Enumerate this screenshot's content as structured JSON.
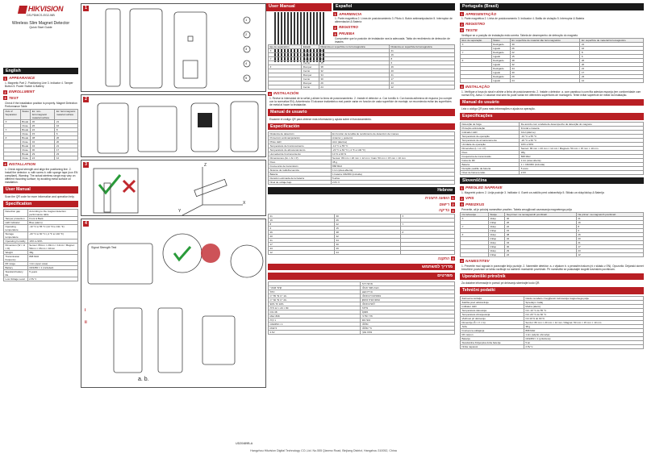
{
  "brand": "HIKVISION",
  "cover": {
    "model": "DS-PDMCS-EG2-WB",
    "title": "Wireless Slim Magnet Detector",
    "subtitle": "Quick Start Guide"
  },
  "user_manual_tab": "User Manual",
  "doc_code": "UD20489B-A",
  "footer": "Hangzhou Hikvision Digital Technology CO.,Ltd. No.555 Qianmo Road, Binjiang District, Hangzhou 310052, China",
  "diagram": {
    "z": "Z",
    "x": "X",
    "y": "Y",
    "signal_label": "Signal Strength Test",
    "labels_ab": "a.   b.",
    "panels": [
      "1",
      "2",
      "3",
      "4"
    ],
    "i": "i",
    "ii": "ii",
    "callouts": [
      "1",
      "2",
      "3",
      "4",
      "5"
    ]
  },
  "english": {
    "header": "English",
    "appearance_title": "APPEARANCE",
    "appearance_text": "1. Magnetic Part  2. Positioning Line  3. Indicator  4. Tamper Button  5. Power Switch & Battery",
    "enrollment_title": "ENROLLMENT",
    "test_title": "TEST",
    "test_text": "Check if the installation position is properly. Magnet Detection Performance Table",
    "table_head": [
      "Axis of Separation",
      "Status",
      "Ex: non-ferromagnetic material surface",
      "Ex: ferromagnetic material surface"
    ],
    "table_rows": [
      [
        "X",
        "Break",
        "30",
        "21"
      ],
      [
        "",
        "Close",
        "26",
        "16"
      ],
      [
        "Y",
        "Break",
        "22",
        "8"
      ],
      [
        "",
        "Close",
        "15",
        "6"
      ],
      [
        "Z",
        "Break",
        "38",
        "26"
      ],
      [
        "",
        "Close",
        "32",
        "20"
      ],
      [
        "",
        "Break",
        "34",
        "21"
      ],
      [
        "",
        "Close",
        "30",
        "17"
      ],
      [
        "",
        "Break",
        "29",
        "23"
      ],
      [
        "",
        "Close",
        "24",
        "12"
      ]
    ],
    "install_title": "INSTALLATION",
    "install_text": "1. Check signal strength and align the positioning line. 2. Install the detector: a. with screw  b. with sponge tape (non EN compliant). Warning: The actual wireless range may vary on different mounting surface; try avoiding metal surface on installation.",
    "usermanual_header": "User Manual",
    "usermanual_text": "Scan the QR code for more information and operation help.",
    "spec_header": "Specification",
    "spec_rows": [
      [
        "Detection gap",
        "According to the magnet detection performance table"
      ],
      [
        "Tamper protection",
        "Front & Back"
      ],
      [
        "LED Indicator",
        "Blue (alarm)"
      ],
      [
        "Operating temperature",
        "-10 °C to 55 °C (14 °F to 131 °F)"
      ],
      [
        "Storage temperature",
        "-20 °C to 60 °C (-4 °F to 140 °F)"
      ],
      [
        "Operating humidity",
        "10% to 90%"
      ],
      [
        "Dimension (W × H × D)",
        "Sensor: 80mm × 20mm × 12mm / Magnet: 50mm × 15mm × 10mm"
      ],
      [
        "Weight",
        "38g"
      ],
      [
        "Transmission frequency",
        "868 MHz"
      ],
      [
        "RF range",
        "1 km (open area)"
      ],
      [
        "Battery",
        "CR2450 × 1 (included)"
      ],
      [
        "Standard battery life",
        "5 years"
      ],
      [
        "Low Voltage Level",
        "2.6V V"
      ]
    ]
  },
  "espanol": {
    "header": "Español",
    "appearance_title": "APARIENCIA",
    "appearance_text": "1. Parte magnética  2. Línea de posicionamiento  3. Piloto  4. Botón antimanipulación  5. Interruptor de alimentación & Batería",
    "enrollment_title": "REGISTRO",
    "test_title": "PRUEBA",
    "test_text": "Compruebe que la posición de instalación sea la adecuada. Tabla de rendimiento de detección de imanes",
    "table_head": [
      "Eje de separación",
      "Estado",
      "Distancia en superficie no ferromagnética",
      "Distancia en superficie ferromagnética"
    ],
    "table_rows": [
      [
        "X",
        "Romper",
        "30",
        "21"
      ],
      [
        "",
        "Cerrar",
        "26",
        "16"
      ],
      [
        "Y",
        "Romper",
        "22",
        "8"
      ],
      [
        "",
        "Cerrar",
        "15",
        "6"
      ],
      [
        "Z",
        "Romper",
        "38",
        "26"
      ],
      [
        "",
        "Cerrar",
        "32",
        "20"
      ],
      [
        "",
        "Romper",
        "34",
        "21"
      ],
      [
        "",
        "Cerrar",
        "30",
        "17"
      ],
      [
        "",
        "Romper",
        "29",
        "23"
      ],
      [
        "",
        "Cerrar",
        "24",
        "12"
      ]
    ],
    "install_title": "INSTALACIÓN",
    "install_text": "1. Revise la intensidad de la señal y alinee la línea de posicionamiento. 2. Instale el detector: a. Con tornillo  b. Con banda adhesiva de espuma (no cumple con la normativa EN). Advertencia: El alcance inalámbrico real puede variar en función de cada superficie de montaje; se recomienda evitar las superficies de metal al hacer la instalación.",
    "usermanual_header": "Manual de usuario",
    "usermanual_text": "Escanee el código QR para obtener más información y ayuda sobre el funcionamiento.",
    "spec_header": "Especificación",
    "spec_rows": [
      [
        "Distancia de detección",
        "En función de la tabla de rendimiento de detección de imanes"
      ],
      [
        "Protección antimanipulación",
        "Anterior y posterior"
      ],
      [
        "Piloto LED",
        "Azul (alarma)"
      ],
      [
        "Temperatura de funcionamiento",
        "-10 °C a 55 °C"
      ],
      [
        "Temperatura de almacenamiento",
        "-20 °C a 60 °C (-4 °F a 140 °F)"
      ],
      [
        "Humedad de funcionamiento",
        "10 % a 90 %"
      ],
      [
        "Dimensiones (An × Al × P)",
        "Sensor: 80 mm × 20 mm × 12 mm / Imán: 50 mm × 15 mm × 10 mm"
      ],
      [
        "Peso",
        "38 g"
      ],
      [
        "Frecuencia de transmisión",
        "868 MHz"
      ],
      [
        "Alcance de radiofrecuencia",
        "1 km (área abierta)"
      ],
      [
        "Batería",
        "1 batería CR2450 (incluida)"
      ],
      [
        "Duración estimada de la batería",
        "5 años"
      ],
      [
        "Nivel de voltaje bajo",
        "2.6V V"
      ]
    ]
  },
  "hebrew": {
    "header": "Hebrew",
    "appearance_title": "הופעה חיצונית",
    "enrollment_title": "רישום",
    "test_title": "בדיקה",
    "install_title": "התקנה",
    "usermanual_header": "מדריך למשתמש",
    "spec_header": "מפרטים",
    "table_rows": [
      [
        "X",
        "30",
        "21"
      ],
      [
        "",
        "26",
        "16"
      ],
      [
        "Y",
        "22",
        "8"
      ],
      [
        "",
        "15",
        "6"
      ],
      [
        "Z",
        "38",
        "26"
      ],
      [
        "",
        "32",
        "20"
      ],
      [
        "",
        "34",
        "21"
      ],
      [
        "",
        "30",
        "17"
      ],
      [
        "",
        "29",
        "23"
      ],
      [
        "",
        "24",
        "12"
      ]
    ],
    "spec_rows": [
      [
        "מרווח זיהוי",
        ""
      ],
      [
        "הגנה מפני חבלה",
        "קדמי ואחורי"
      ],
      [
        "נורית LED",
        "כחול"
      ],
      [
        "טמפרטורת הפעלה",
        "-10 °C עד 55 °C"
      ],
      [
        "טמפרטורת אחסון",
        "-20 °C עד 60 °C"
      ],
      [
        "לחות הפעלה",
        "10% עד 90%"
      ],
      [
        "מידות",
        "80 × 20 × 12 מ\"מ"
      ],
      [
        "משקל",
        "38 גרם"
      ],
      [
        "תדר שידור",
        "868 MHz"
      ],
      [
        "טווח RF",
        "1 ק\"מ"
      ],
      [
        "סוללה",
        "CR2450 × 1"
      ],
      [
        "חיי סוללה",
        "5 שנים"
      ],
      [
        "מתח נמוך",
        "2.6V"
      ]
    ]
  },
  "portugues": {
    "header": "Português (Brasil)",
    "appearance_title": "APRESENTAÇÃO",
    "appearance_text": "1. Parte magnética  2. Linha de posicionamento  3. Indicador  4. Botão de violação  5. Interruptor & Bateria",
    "enrollment_title": "REGISTRO",
    "test_title": "TESTE",
    "test_text": "Verifique se a posição de instalação está correta. Tabela de desempenho de detecção do magneto",
    "table_head": [
      "Eixo de separação",
      "Status",
      "Ex: superfície de material não ferromagnético",
      "Ex: superfície de material ferromagnético"
    ],
    "table_rows": [
      [
        "X",
        "Desligado",
        "30",
        "21"
      ],
      [
        "",
        "Ligado",
        "26",
        "16"
      ],
      [
        "Y",
        "Desligado",
        "22",
        "8"
      ],
      [
        "",
        "Ligado",
        "15",
        "6"
      ],
      [
        "Z",
        "Desligado",
        "38",
        "26"
      ],
      [
        "",
        "Ligado",
        "32",
        "20"
      ],
      [
        "",
        "Desligado",
        "34",
        "21"
      ],
      [
        "",
        "Ligado",
        "30",
        "17"
      ],
      [
        "",
        "Desligado",
        "29",
        "23"
      ],
      [
        "",
        "Ligado",
        "24",
        "12"
      ]
    ],
    "install_title": "INSTALAÇÃO",
    "install_text": "1. Verifique a força do sinal e alinhe a linha de posicionamento. 2. Instale o detector: a. com parafuso  b.com fita adesiva esponja (em conformidade com norma EN). Aviso: O alcance real sem fio pode variar em diferentes superfícies de montagem. Tente evitar superfície de metal na instalação.",
    "usermanual_header": "Manual do usuário",
    "usermanual_text": "Leia o código QR para mais informações e ajuda na operação.",
    "spec_header": "Especificações",
    "spec_rows": [
      [
        "Detecção de folga",
        "De acordo com a tabela de desempenho de detecção do magneto"
      ],
      [
        "Proteção antiviolação",
        "Frontal e traseira"
      ],
      [
        "Indicador LED",
        "Azul (alarme)"
      ],
      [
        "Temperatura de operação",
        "-10 °C a 55 °C"
      ],
      [
        "Temperatura de armazenamento",
        "-20 °C a 60 °C"
      ],
      [
        "Umidade de operação",
        "10% a 90%"
      ],
      [
        "Dimensões (L × A × P)",
        "Sensor: 80 mm × 20 mm × 12 mm / Magneto: 50 mm × 15 mm × 10 mm"
      ],
      [
        "Peso",
        "38g"
      ],
      [
        "Frequência de transmissão",
        "868 MHz"
      ],
      [
        "Faixa de RF",
        "1 km (área aberta)"
      ],
      [
        "Bateria",
        "1 × CR2450 (incluída)"
      ],
      [
        "Duração padrão da bateria",
        "5 anos"
      ],
      [
        "Nível de baixa tensão",
        "2.6V"
      ]
    ]
  },
  "slovenian": {
    "header": "Slovenščina",
    "appearance_title": "PREGLED NAPRAVE",
    "appearance_text": "1. Magnetni pokrov  2. Linija pozicije  3. Indikator  4. Gumb za zaščito pred odstranitvijo  5. Stikalo za vklop/izklop & Baterija",
    "enrollment_title": "VPIS",
    "test_title": "PREIZKUS",
    "test_text": "Preverite, ali je položaj namestitve pravilen. Tabela zmogljivosti zaznavanja magnetnega polja",
    "table_head": [
      "Os ločevanja",
      "Stanje",
      "Na primer: na nemagnetnih površinah",
      "Na primer: na magnetnih površinah"
    ],
    "table_rows": [
      [
        "X",
        "Vklop",
        "30",
        "21"
      ],
      [
        "",
        "Izklop",
        "26",
        "16"
      ],
      [
        "Y",
        "Vklop",
        "22",
        "8"
      ],
      [
        "",
        "Izklop",
        "15",
        "6"
      ],
      [
        "Z",
        "Vklop",
        "38",
        "26"
      ],
      [
        "",
        "Izklop",
        "32",
        "20"
      ],
      [
        "",
        "Vklop",
        "34",
        "21"
      ],
      [
        "",
        "Izklop",
        "30",
        "17"
      ],
      [
        "",
        "Vklop",
        "29",
        "23"
      ],
      [
        "",
        "Izklop",
        "24",
        "12"
      ]
    ],
    "install_title": "NAMESTITEV",
    "install_text": "1. Preverite moč signala in poravnajte linijo pozicije. 2. Namestite detektor: a. z vijakom  b. s penastim trakom (ni v skladu z EN). Opozorilo: Dejanski domet brezžične povezave se lahko razlikuje na različnih montažnih površinah. Pri namestitvi se poskušajte izogniti kovinskim površinam.",
    "usermanual_header": "Uporabniški priročnik",
    "usermanual_text": "Za dodatne informacije in pomoč pri delovanju skenirajte kodo QR.",
    "spec_header": "Tehnični podatki",
    "spec_rows": [
      [
        "Zaznavna razdalja",
        "Glede na tabelo zmogljivosti zaznavanja magnetnega polja"
      ],
      [
        "Zaščita pred odstranitvijo",
        "Spredaj in zadaj"
      ],
      [
        "Indikator LED",
        "Modra (alarm)"
      ],
      [
        "Temperatura delovanja",
        "Od -10 °C do 55 °C"
      ],
      [
        "Temperatura shranjevanja",
        "Od -20 °C do 60 °C"
      ],
      [
        "Vlažnost pri delovanju",
        "Od 10 % do 90 %"
      ],
      [
        "Dimenzije (Š × V × G)",
        "Senzor: 80 mm × 20 mm × 12 mm / Magnet: 50 mm × 15 mm × 10 mm"
      ],
      [
        "Teža",
        "38 g"
      ],
      [
        "Frekvenca oddajanja",
        "868 MHz"
      ],
      [
        "RF razpon",
        "1 km (odprto območje)"
      ],
      [
        "Baterija",
        "CR2450 × 1 (priložena)"
      ],
      [
        "Standardna življenjska doba baterije",
        "5 let"
      ],
      [
        "Nizka napetost",
        "2.6V V"
      ]
    ]
  }
}
